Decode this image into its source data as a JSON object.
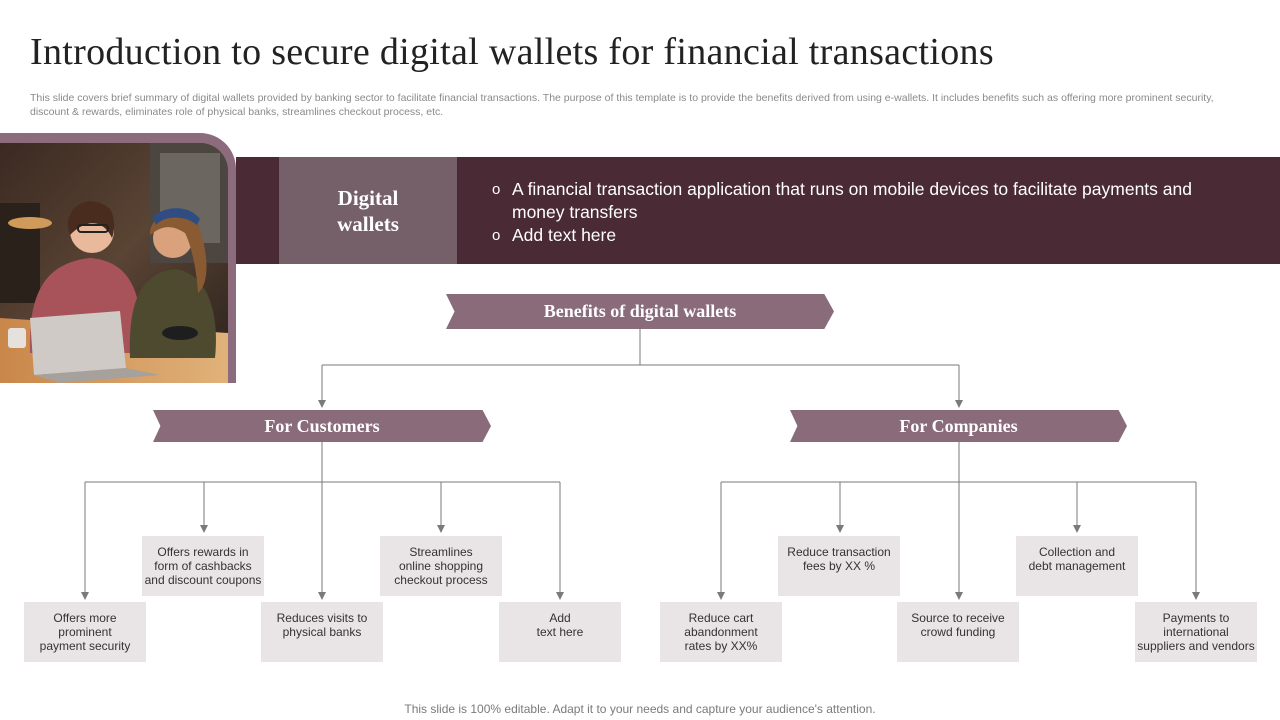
{
  "title": "Introduction to secure digital wallets for financial transactions",
  "subtitle": "This slide covers brief summary of digital wallets provided by banking sector to facilitate financial transactions. The purpose of this template is to provide the benefits derived from using e-wallets. It includes benefits such as offering more prominent security, discount & rewards, eliminates role of physical banks, streamlines checkout process, etc.",
  "banner": {
    "label": "Digital wallets",
    "bullet_marker": "o",
    "bullets": [
      "A financial transaction application that runs on mobile devices to facilitate payments and money transfers",
      "Add text here"
    ]
  },
  "benefits_header": "Benefits of digital wallets",
  "customers": {
    "header": "For Customers",
    "items": [
      "Offers more\nprominent\npayment security",
      "Offers rewards in\nform of cashbacks\nand discount coupons",
      "Reduces visits to\nphysical banks",
      "Streamlines\nonline shopping\ncheckout process",
      "Add\ntext here"
    ]
  },
  "companies": {
    "header": "For Companies",
    "items": [
      "Reduce cart\nabandonment\nrates by XX%",
      "Reduce transaction\nfees by XX  %",
      "Source to receive\ncrowd funding",
      "Collection and\ndebt management",
      "Payments to\ninternational\nsuppliers and vendors"
    ]
  },
  "footer": "This slide is 100% editable. Adapt it to your needs and capture your audience's attention.",
  "colors": {
    "banner_dark": "#4a2a35",
    "banner_label": "#756069",
    "arrow_header": "#8a6b7a",
    "box_fill": "#e9e4e6",
    "connector": "#7a7a7a"
  }
}
